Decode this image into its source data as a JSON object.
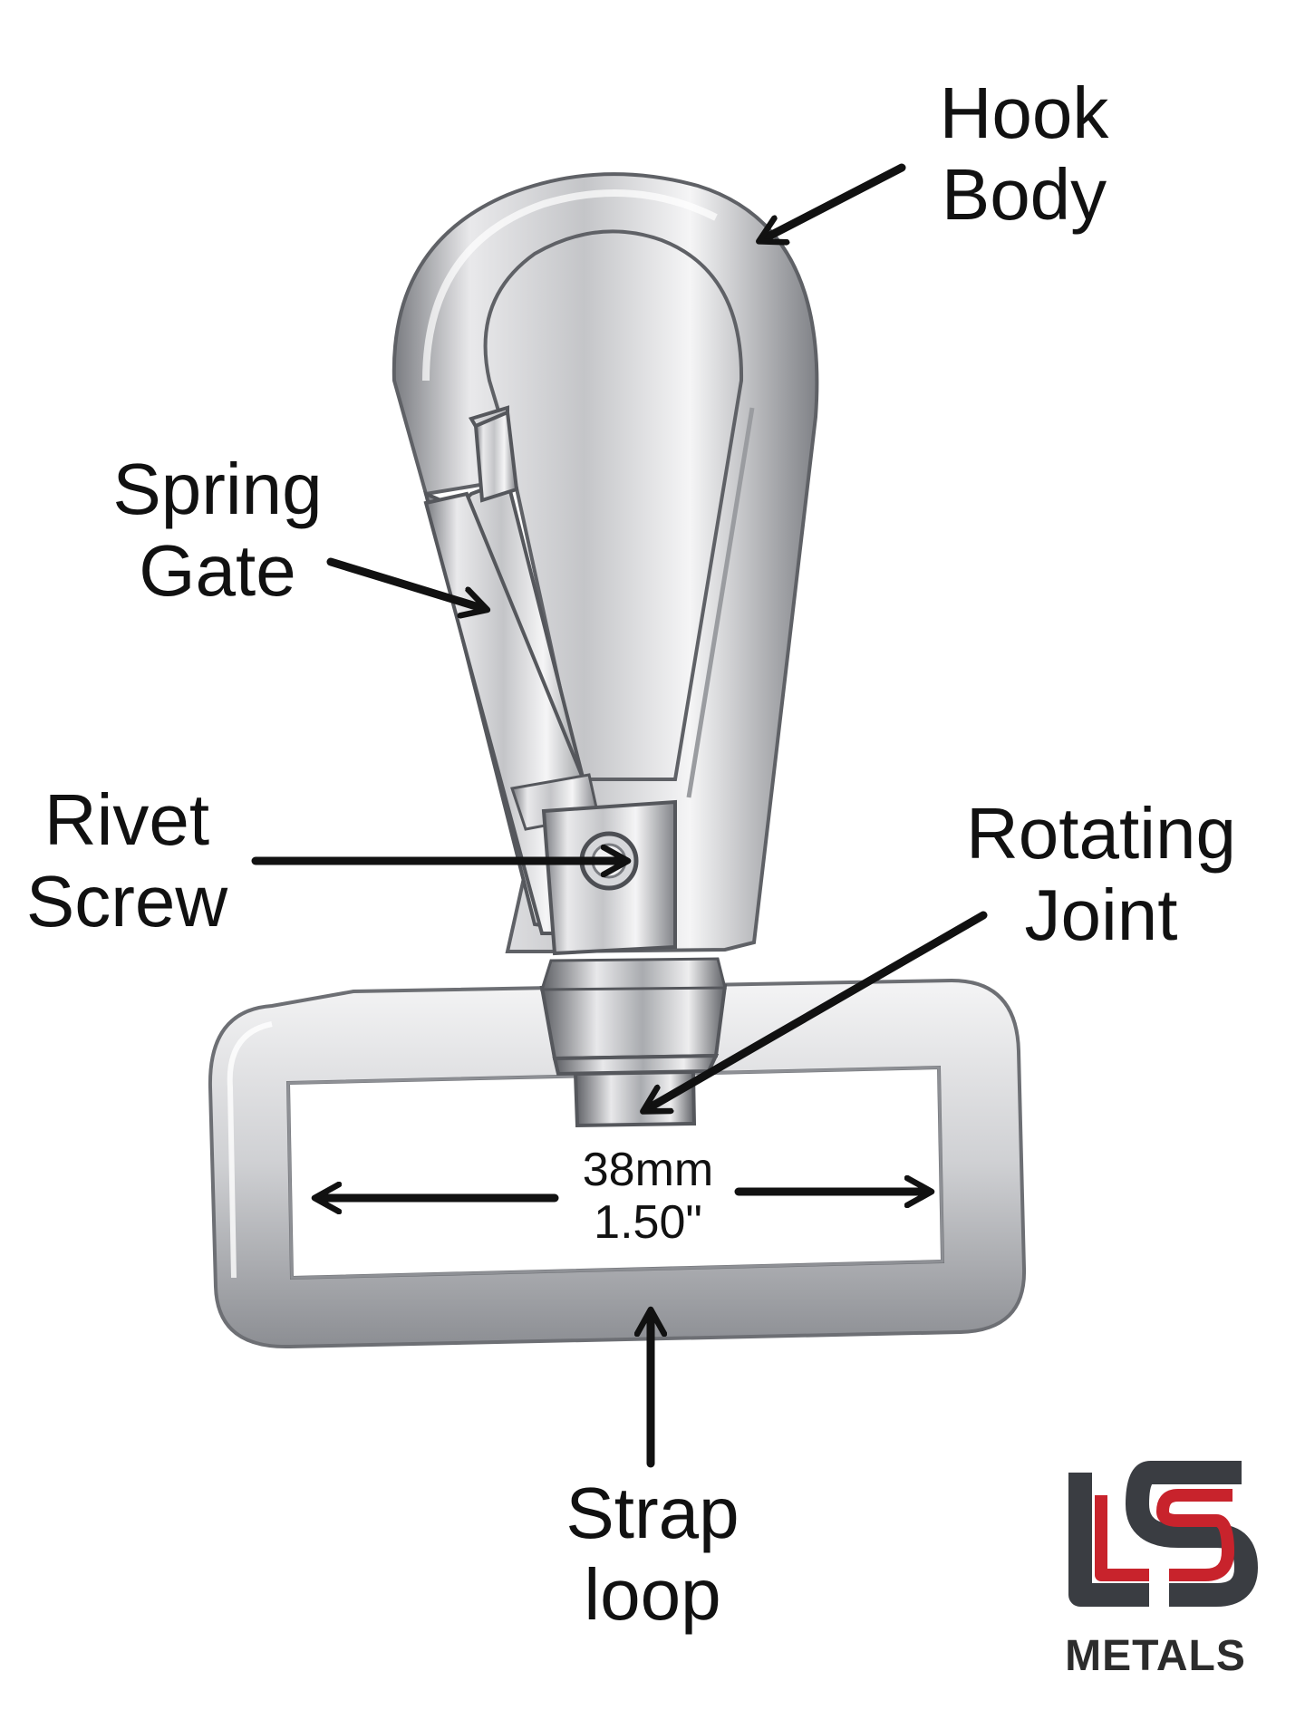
{
  "labels": {
    "hook_body": [
      "Hook",
      "Body"
    ],
    "spring_gate": [
      "Spring",
      "Gate"
    ],
    "rivet_screw": [
      "Rivet",
      "Screw"
    ],
    "rotating_joint": [
      "Rotating",
      "Joint"
    ],
    "strap_loop": [
      "Strap",
      "loop"
    ]
  },
  "dimension": {
    "metric": "38mm",
    "imperial": "1.50\""
  },
  "logo": {
    "letters": "LS",
    "wordmark": "METALS",
    "colors": {
      "dark": "#3a3d42",
      "red": "#c8232c"
    }
  },
  "colors": {
    "metal_light": "#f2f2f3",
    "metal_mid": "#c9cacd",
    "metal_dark": "#6f7176",
    "arrow": "#111111"
  }
}
